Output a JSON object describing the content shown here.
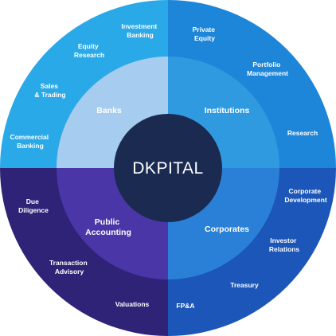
{
  "center_label": "DKPITAL",
  "colors": {
    "banks_outer": "#29a9e8",
    "banks_inner": "#a6cdef",
    "institutions_outer": "#1e86d9",
    "institutions_inner": "#2f9ae0",
    "corporates_outer": "#1b56b8",
    "corporates_inner": "#2a80d6",
    "public_accounting_outer": "#2f2377",
    "public_accounting_inner": "#4a36a7",
    "core": "#1b2a50"
  },
  "segments": {
    "banks": {
      "label": "Banks",
      "items": [
        [
          "Investment",
          "Banking"
        ],
        [
          "Equity",
          "Research"
        ],
        [
          "Sales",
          "& Trading"
        ],
        [
          "Commercial",
          "Banking"
        ]
      ]
    },
    "institutions": {
      "label": "Institutions",
      "items": [
        [
          "Private",
          "Equity"
        ],
        [
          "Portfolio",
          "Management"
        ],
        [
          "Research"
        ]
      ]
    },
    "corporates": {
      "label": "Corporates",
      "items": [
        [
          "Corporate",
          "Development"
        ],
        [
          "Investor",
          "Relations"
        ],
        [
          "Treasury"
        ],
        [
          "FP&A"
        ]
      ]
    },
    "public_accounting": {
      "label": [
        "Public",
        "Accounting"
      ],
      "items": [
        [
          "Due",
          "Diligence"
        ],
        [
          "Transaction",
          "Advisory"
        ],
        [
          "Valuations"
        ]
      ]
    }
  }
}
